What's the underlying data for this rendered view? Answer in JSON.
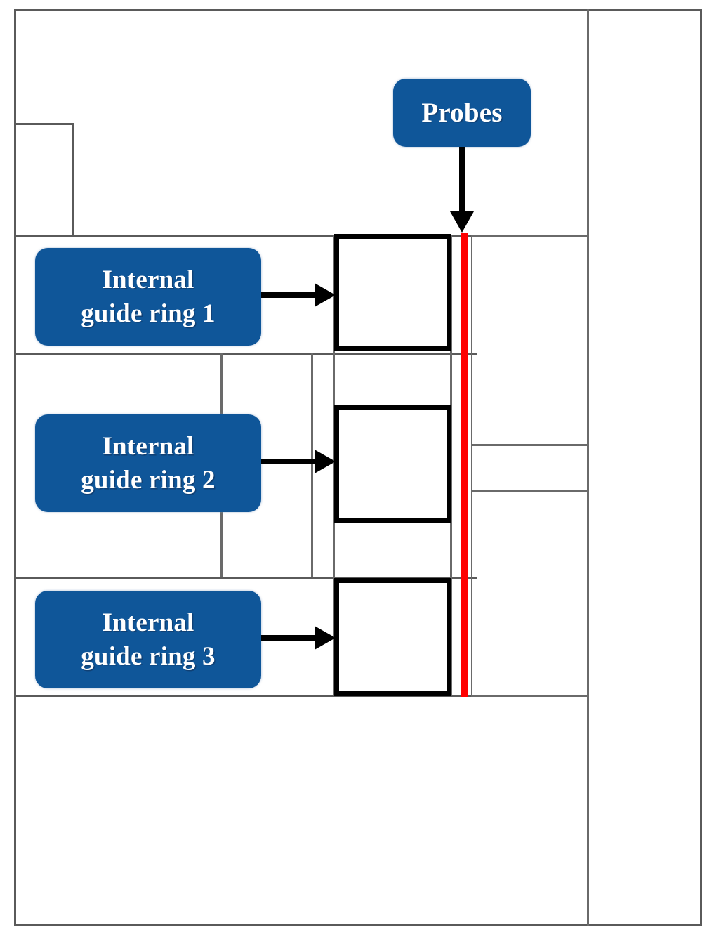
{
  "figure": {
    "kind": "cross-section-schematic",
    "background_color": "#ffffff",
    "line_color": "#5a5a5a",
    "emphasis_line_color": "#000000",
    "callout_fill": "#0f5699",
    "callout_text_color": "#ffffff",
    "probe_line_color": "#fe0000"
  },
  "callouts": {
    "probes": {
      "label": "Probes",
      "points_to": "probe-line"
    },
    "ring1": {
      "label": "Internal\nguide ring 1",
      "points_to": "guide-ring-box-1"
    },
    "ring2": {
      "label": "Internal\nguide ring 2",
      "points_to": "guide-ring-box-2"
    },
    "ring3": {
      "label": "Internal\nguide ring 3",
      "points_to": "guide-ring-box-3"
    }
  },
  "structure": {
    "outer_frame": "outer-frame",
    "guide_ring_count": 3,
    "probe_count": 1,
    "right_chamber_segments": 3
  }
}
